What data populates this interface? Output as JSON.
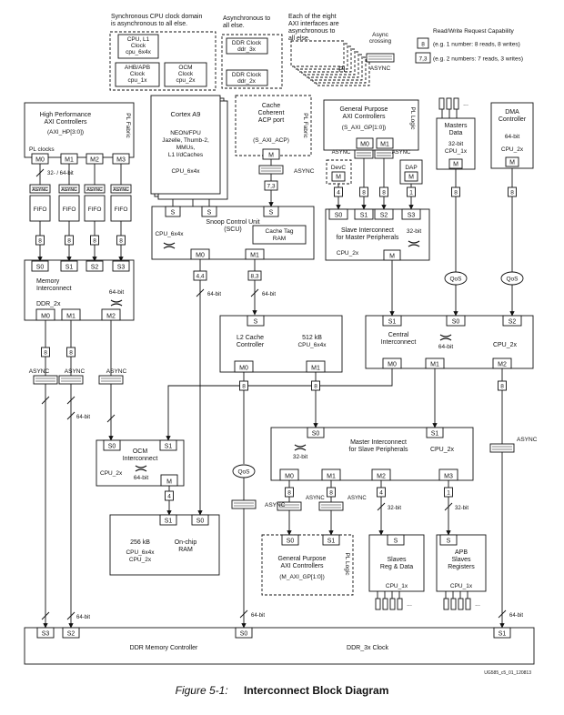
{
  "legend": {
    "clock_domain": [
      "Synchronous CPU clock domain",
      "is asynchronous to all else."
    ],
    "async_note": [
      "Asynchronous to",
      "all else."
    ],
    "axi_note": [
      "Each of the eight",
      "AXI interfaces are",
      "asynchronous to",
      "all else."
    ],
    "async_crossing": [
      "Async",
      "crossing"
    ],
    "async_label": "ASYNC",
    "pl_label": "PL",
    "rw_title": "Read/Write Request Capability",
    "rw_ex1_box": "8",
    "rw_ex1_text": "(e.g. 1 number: 8 reads, 8 writes)",
    "rw_ex2_box": "7,3",
    "rw_ex2_text": "(e.g. 2 numbers: 7 reads, 3 writes)",
    "cpu_clk": [
      "CPU, L1",
      "Clock",
      "cpu_6x4x"
    ],
    "ahb_clk": [
      "AHB/APB",
      "Clock",
      "cpu_1x"
    ],
    "ocm_clk": [
      "OCM",
      "Clock",
      "cpu_2x"
    ],
    "ddr3x_clk": [
      "DDR Clock",
      "ddr_3x"
    ],
    "ddr2x_clk": [
      "DDR Clock",
      "ddr_2x"
    ]
  },
  "hp": {
    "title": [
      "High Performance",
      "AXI Controllers"
    ],
    "subtitle": "(AXI_HP[3:0])",
    "pl_fabric": "PL Fabric",
    "pl_clocks": "PL clocks",
    "ports": [
      "M0",
      "M1",
      "M2",
      "M3"
    ],
    "width": "32- / 64-bit",
    "async": "ASYNC",
    "fifo": "FIFO",
    "caps": [
      "8",
      "8",
      "8",
      "8"
    ]
  },
  "mem_ic": {
    "slaves": [
      "S0",
      "S1",
      "S2",
      "S3"
    ],
    "title": [
      "Memory",
      "Interconnect"
    ],
    "clock": "DDR_2x",
    "width": "64-bit",
    "masters": [
      "M0",
      "M1",
      "M2"
    ],
    "caps": [
      "8",
      "8"
    ],
    "async": "ASYNC",
    "bus": "64-bit"
  },
  "cortex": {
    "title": "Cortex A9",
    "body": [
      "NEON/FPU",
      "Jazelle, Thumb-2,",
      "MMUs,",
      "L1 I/dCaches"
    ],
    "clock": "CPU_6x4x"
  },
  "acp": {
    "title": [
      "Cache",
      "Coherent",
      "ACP port"
    ],
    "sub": "(S_AXI_ACP)",
    "pl_fabric": "PL Fabric",
    "port": "M",
    "async": "ASYNC",
    "cap": "7,3"
  },
  "scu": {
    "slaves": [
      "S",
      "S",
      "S"
    ],
    "title": [
      "Snoop Control Unit",
      "(SCU)"
    ],
    "clock": "CPU_6x4x",
    "tag": [
      "Cache Tag",
      "RAM"
    ],
    "masters": [
      "M0",
      "M1"
    ],
    "caps": [
      "4,4",
      "8,3"
    ],
    "bus": "64-bit"
  },
  "gp_s": {
    "title": [
      "General Purpose",
      "AXI Controllers"
    ],
    "sub": "(S_AXI_GP[1:0])",
    "pl_logic": "PL Logic",
    "ports": [
      "M0",
      "M1"
    ],
    "async": "ASYNC",
    "devc": "DevC",
    "dap": "DAP",
    "port_m": "M",
    "caps": [
      "4",
      "8",
      "8",
      "1"
    ]
  },
  "masters_data": {
    "title": [
      "Masters",
      "Data"
    ],
    "width": "32-bit",
    "clock": "CPU_1x",
    "port": "M",
    "cap": "8"
  },
  "dma": {
    "title": [
      "DMA",
      "Controller"
    ],
    "width": "64-bit",
    "clock": "CPU_2x",
    "port": "M",
    "cap": "8"
  },
  "slave_ic": {
    "slaves": [
      "S0",
      "S1",
      "S2",
      "S3"
    ],
    "title": [
      "Slave Interconnect",
      "for Master Peripherals"
    ],
    "width": "32-bit",
    "clock": "CPU_2x",
    "port": "M"
  },
  "qos": "QoS",
  "l2": {
    "port_s": "S",
    "title": [
      "L2 Cache",
      "Controller"
    ],
    "size": "512 kB",
    "clock": "CPU_6x4x",
    "masters": [
      "M0",
      "M1"
    ],
    "caps": [
      "8",
      "8"
    ]
  },
  "central": {
    "slaves": [
      "S1",
      "S0",
      "S2"
    ],
    "title": [
      "Central",
      "Interconnect"
    ],
    "width": "64-bit",
    "clock": "CPU_2x",
    "masters": [
      "M0",
      "M1",
      "M2"
    ],
    "cap": "8",
    "async": "ASYNC"
  },
  "master_ic": {
    "slaves": [
      "S0",
      "S1"
    ],
    "title": [
      "Master Interconnect",
      "for Slave Peripherals"
    ],
    "width": "32-bit",
    "clock": "CPU_2x",
    "masters": [
      "M0",
      "M1",
      "M2",
      "M3"
    ],
    "caps": [
      "8",
      "8",
      "4",
      "1"
    ],
    "async": "ASYNC",
    "bus": "32-bit"
  },
  "ocm_ic": {
    "slaves": [
      "S0",
      "S1"
    ],
    "title": [
      "OCM",
      "Interconnect"
    ],
    "clock": "CPU_2x",
    "width": "64-bit",
    "port": "M",
    "cap": "4"
  },
  "ram": {
    "slaves": [
      "S1",
      "S0"
    ],
    "size": "256 kB",
    "clock": [
      "CPU_6x4x",
      "CPU_2x"
    ],
    "title": [
      "On-chip",
      "RAM"
    ]
  },
  "gp_m": {
    "slaves": [
      "S0",
      "S1"
    ],
    "title": [
      "General Purpose",
      "AXI Controllers"
    ],
    "sub": "(M_AXI_GP[1:0])",
    "pl_logic": "PL Logic"
  },
  "slaves_reg": {
    "port": "S",
    "title": [
      "Slaves",
      "Reg & Data"
    ],
    "clock": "CPU_1x"
  },
  "apb": {
    "port": "S",
    "title": [
      "APB",
      "Slaves",
      "Registers"
    ],
    "clock": "CPU_1x"
  },
  "ddr": {
    "ports": [
      "S3",
      "S2",
      "S0",
      "S1"
    ],
    "title": "DDR Memory Controller",
    "clock": "DDR_3x Clock",
    "bus": "64-bit"
  },
  "doc_id": "UG585_c5_01_120813",
  "caption": {
    "number": "Figure 5-1:",
    "title": "Interconnect Block Diagram"
  }
}
